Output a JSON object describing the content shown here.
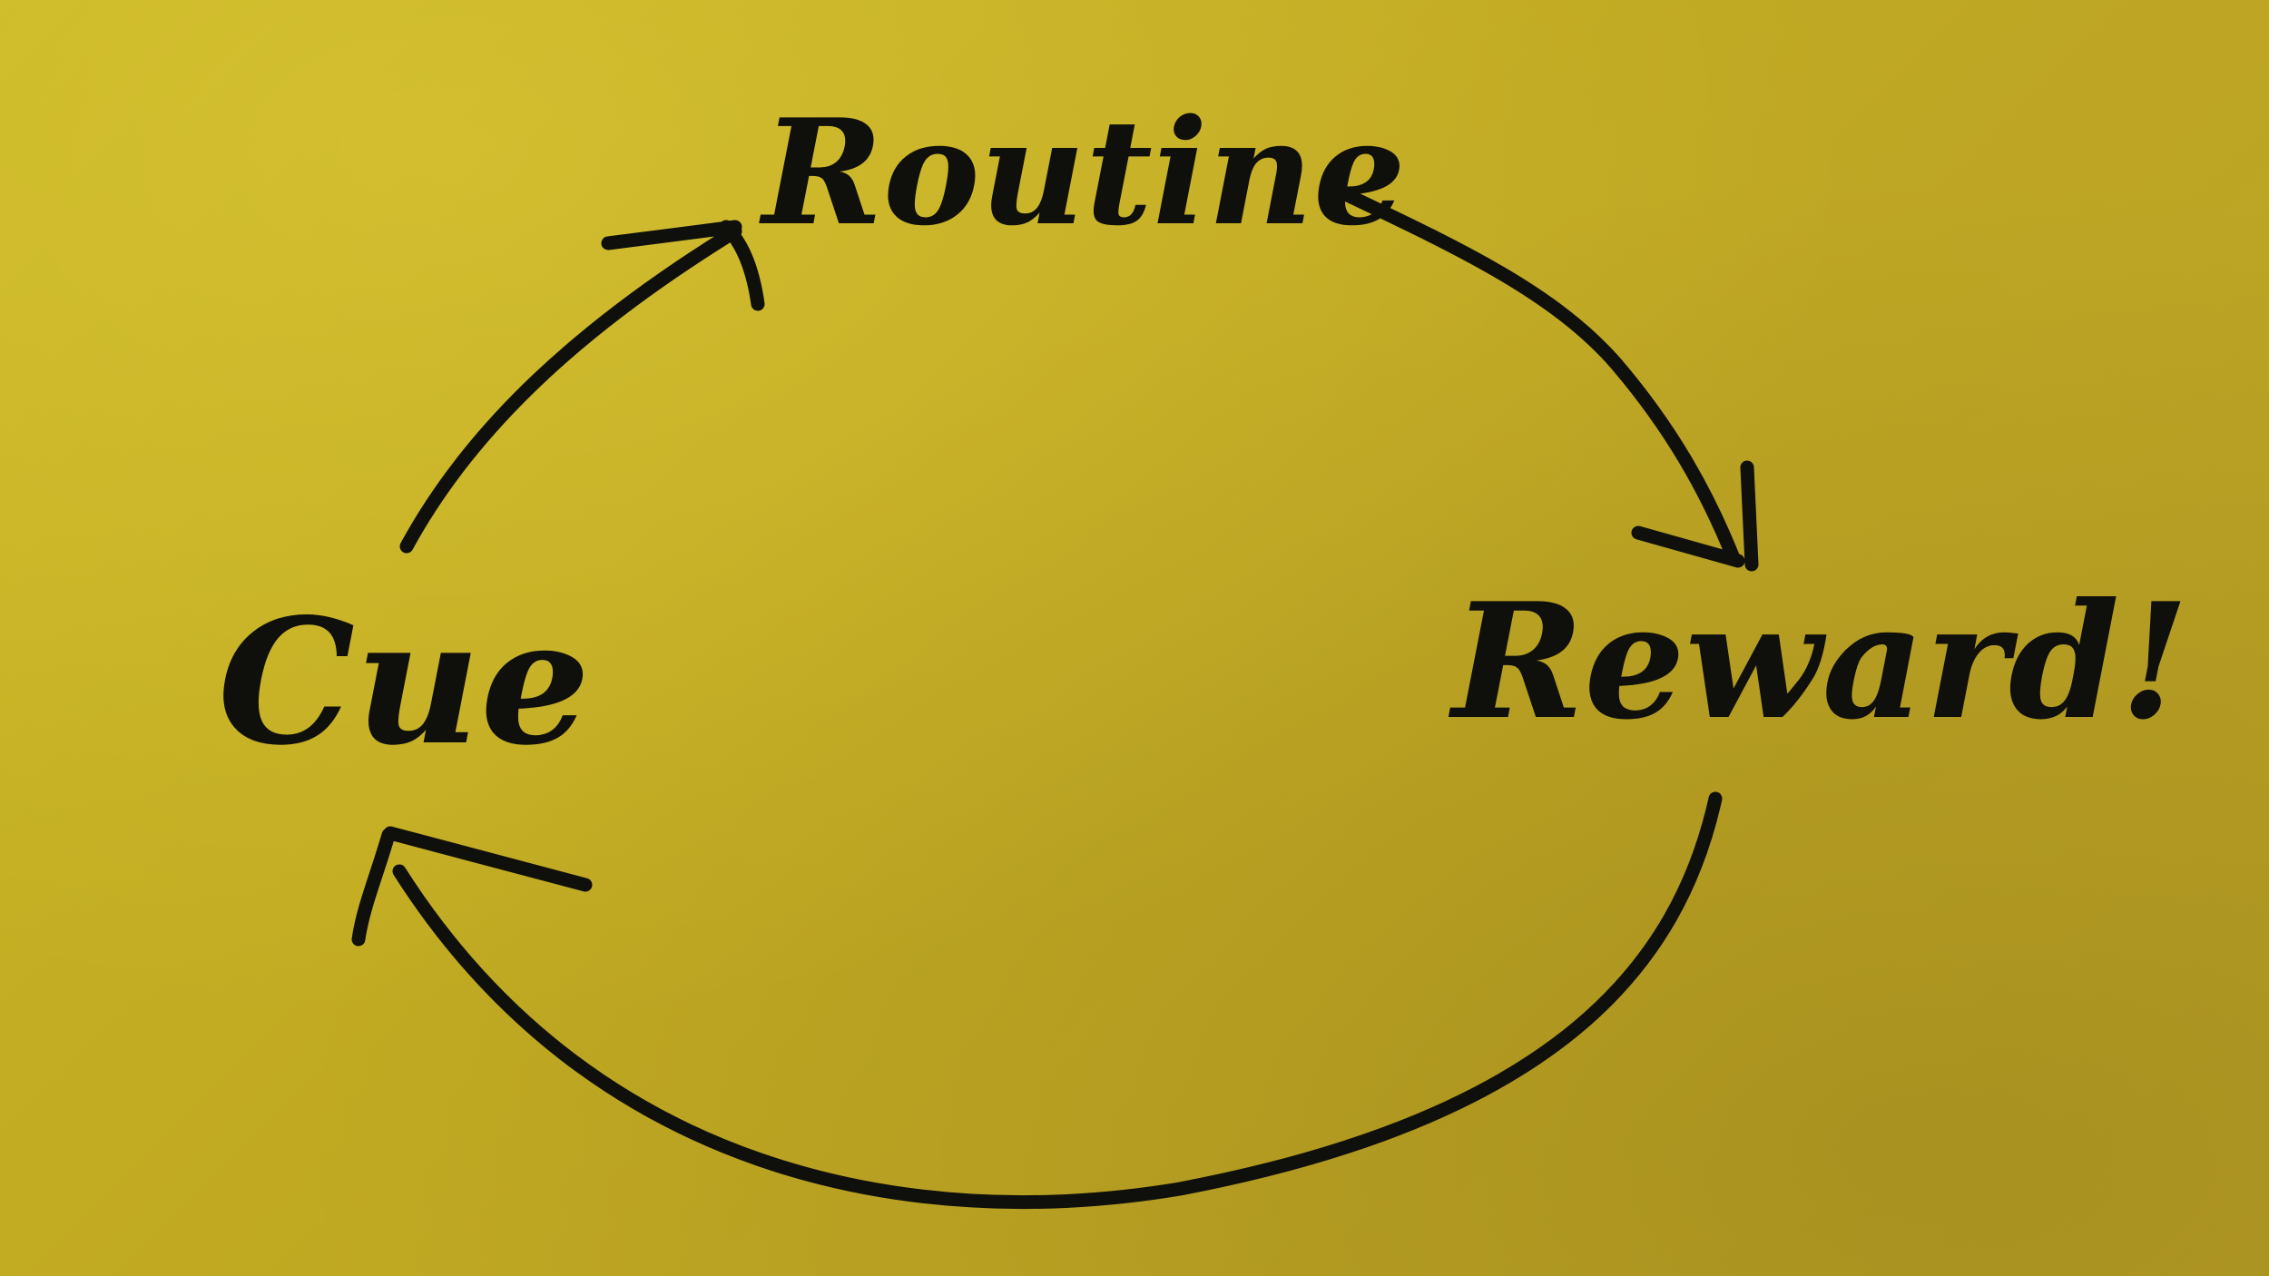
{
  "diagram": {
    "nodes": [
      {
        "id": "cue",
        "label": "Cue"
      },
      {
        "id": "routine",
        "label": "Routine"
      },
      {
        "id": "reward",
        "label": "Reward!"
      }
    ],
    "edges": [
      {
        "from": "cue",
        "to": "routine"
      },
      {
        "from": "routine",
        "to": "reward"
      },
      {
        "from": "reward",
        "to": "cue"
      }
    ]
  },
  "colors": {
    "ink": "#0f0f0c",
    "paper": "#c3ad22"
  }
}
